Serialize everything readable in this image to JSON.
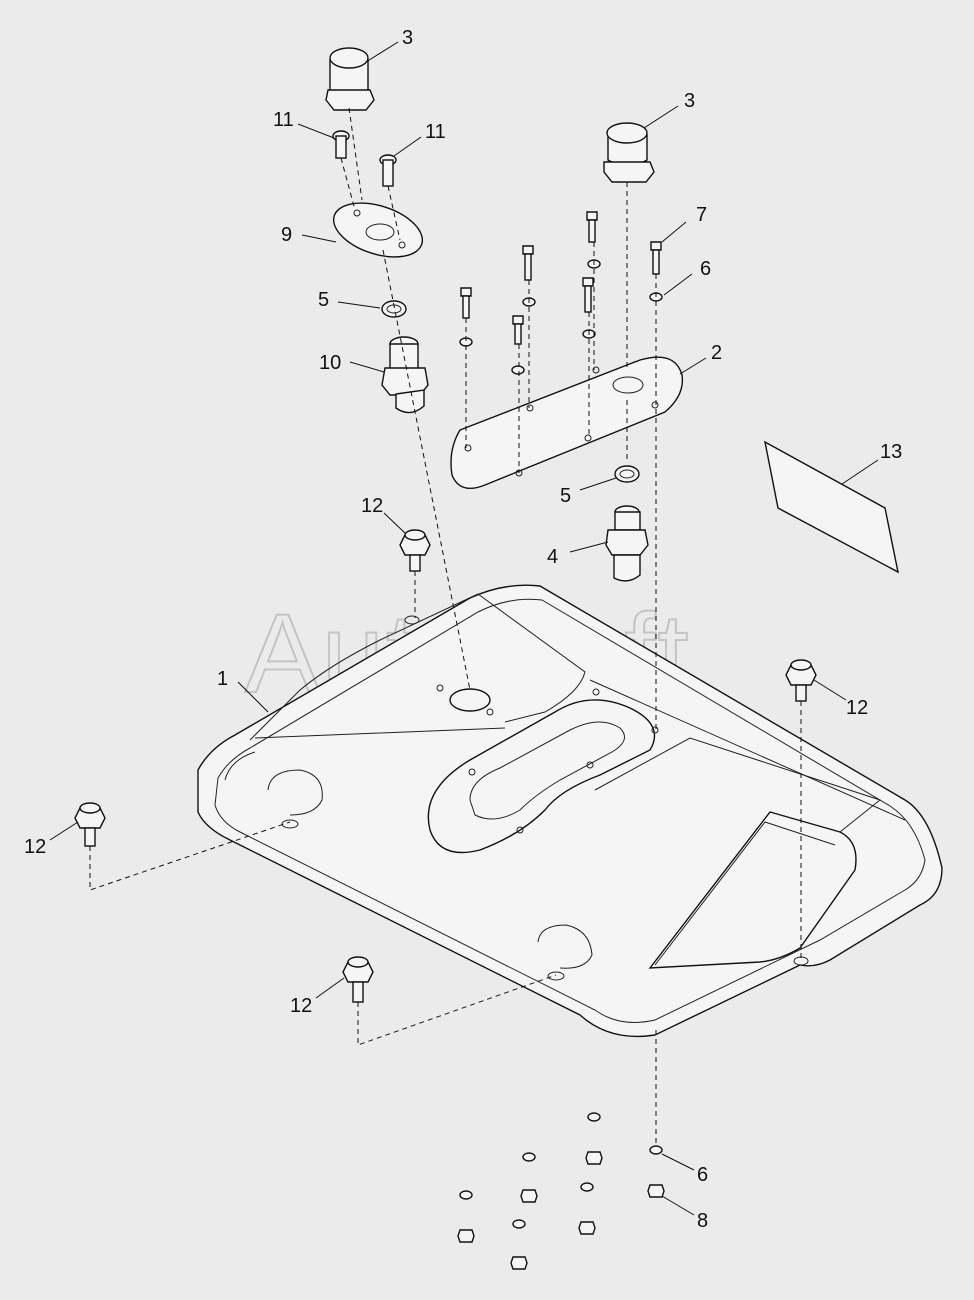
{
  "watermark": "AutoSoft",
  "callouts": [
    {
      "id": "c3a",
      "text": "3"
    },
    {
      "id": "c3b",
      "text": "3"
    },
    {
      "id": "c11a",
      "text": "11"
    },
    {
      "id": "c11b",
      "text": "11"
    },
    {
      "id": "c9",
      "text": "9"
    },
    {
      "id": "c7",
      "text": "7"
    },
    {
      "id": "c6a",
      "text": "6"
    },
    {
      "id": "c5a",
      "text": "5"
    },
    {
      "id": "c2",
      "text": "2"
    },
    {
      "id": "c10",
      "text": "10"
    },
    {
      "id": "c13",
      "text": "13"
    },
    {
      "id": "c5b",
      "text": "5"
    },
    {
      "id": "c12a",
      "text": "12"
    },
    {
      "id": "c4",
      "text": "4"
    },
    {
      "id": "c1",
      "text": "1"
    },
    {
      "id": "c12b",
      "text": "12"
    },
    {
      "id": "c12c",
      "text": "12"
    },
    {
      "id": "c12d",
      "text": "12"
    },
    {
      "id": "c6b",
      "text": "6"
    },
    {
      "id": "c8",
      "text": "8"
    }
  ]
}
